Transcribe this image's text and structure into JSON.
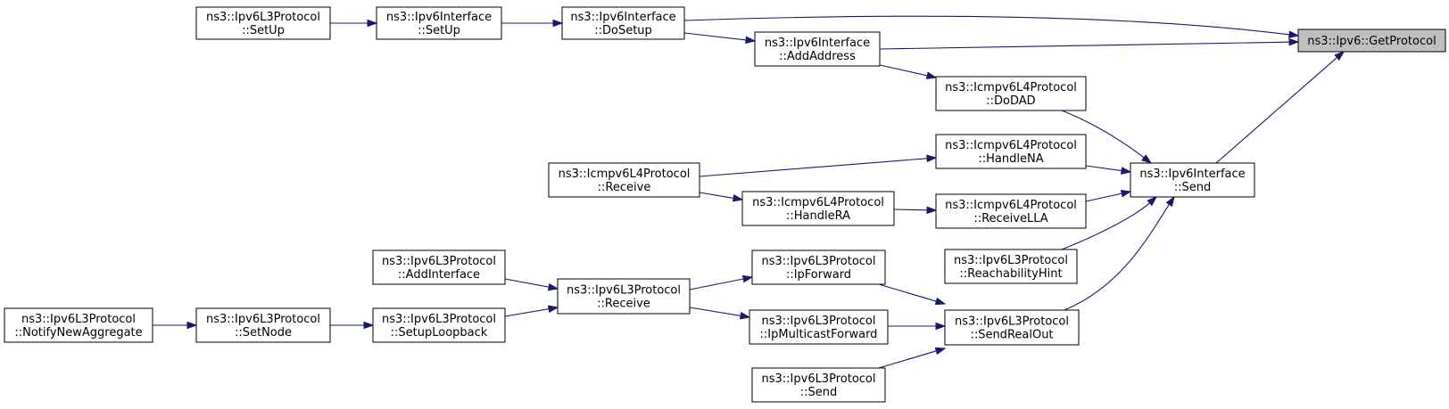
{
  "diagram": {
    "nodes": [
      {
        "id": "get_protocol",
        "lines": [
          "ns3::Ipv6::GetProtocol"
        ],
        "highlight": true
      },
      {
        "id": "l3_setup",
        "lines": [
          "ns3::Ipv6L3Protocol",
          "::SetUp"
        ]
      },
      {
        "id": "if_setup",
        "lines": [
          "ns3::Ipv6Interface",
          "::SetUp"
        ]
      },
      {
        "id": "if_dosetup",
        "lines": [
          "ns3::Ipv6Interface",
          "::DoSetup"
        ]
      },
      {
        "id": "if_addaddress",
        "lines": [
          "ns3::Ipv6Interface",
          "::AddAddress"
        ]
      },
      {
        "id": "icmp_dodad",
        "lines": [
          "ns3::Icmpv6L4Protocol",
          "::DoDAD"
        ]
      },
      {
        "id": "icmp_handlena",
        "lines": [
          "ns3::Icmpv6L4Protocol",
          "::HandleNA"
        ]
      },
      {
        "id": "icmp_receive",
        "lines": [
          "ns3::Icmpv6L4Protocol",
          "::Receive"
        ]
      },
      {
        "id": "icmp_handlera",
        "lines": [
          "ns3::Icmpv6L4Protocol",
          "::HandleRA"
        ]
      },
      {
        "id": "icmp_receivella",
        "lines": [
          "ns3::Icmpv6L4Protocol",
          "::ReceiveLLA"
        ]
      },
      {
        "id": "if_send",
        "lines": [
          "ns3::Ipv6Interface",
          "::Send"
        ]
      },
      {
        "id": "l3_reachability",
        "lines": [
          "ns3::Ipv6L3Protocol",
          "::ReachabilityHint"
        ]
      },
      {
        "id": "l3_addinterface",
        "lines": [
          "ns3::Ipv6L3Protocol",
          "::AddInterface"
        ]
      },
      {
        "id": "l3_receive",
        "lines": [
          "ns3::Ipv6L3Protocol",
          "::Receive"
        ]
      },
      {
        "id": "l3_ipforward",
        "lines": [
          "ns3::Ipv6L3Protocol",
          "::IpForward"
        ]
      },
      {
        "id": "l3_ipmcforward",
        "lines": [
          "ns3::Ipv6L3Protocol",
          "::IpMulticastForward"
        ]
      },
      {
        "id": "l3_sendrealout",
        "lines": [
          "ns3::Ipv6L3Protocol",
          "::SendRealOut"
        ]
      },
      {
        "id": "l3_send",
        "lines": [
          "ns3::Ipv6L3Protocol",
          "::Send"
        ]
      },
      {
        "id": "l3_notify",
        "lines": [
          "ns3::Ipv6L3Protocol",
          "::NotifyNewAggregate"
        ]
      },
      {
        "id": "l3_setnode",
        "lines": [
          "ns3::Ipv6L3Protocol",
          "::SetNode"
        ]
      },
      {
        "id": "l3_setuploopback",
        "lines": [
          "ns3::Ipv6L3Protocol",
          "::SetupLoopback"
        ]
      }
    ],
    "edges": [
      {
        "from": "l3_setup",
        "to": "if_setup"
      },
      {
        "from": "if_setup",
        "to": "if_dosetup"
      },
      {
        "from": "if_dosetup",
        "to": "get_protocol"
      },
      {
        "from": "if_dosetup",
        "to": "if_addaddress"
      },
      {
        "from": "if_addaddress",
        "to": "get_protocol"
      },
      {
        "from": "if_addaddress",
        "to": "icmp_dodad"
      },
      {
        "from": "icmp_dodad",
        "to": "if_send"
      },
      {
        "from": "icmp_handlena",
        "to": "if_send"
      },
      {
        "from": "icmp_receive",
        "to": "icmp_handlena"
      },
      {
        "from": "icmp_receive",
        "to": "icmp_handlera"
      },
      {
        "from": "icmp_handlera",
        "to": "icmp_receivella"
      },
      {
        "from": "icmp_receivella",
        "to": "if_send"
      },
      {
        "from": "l3_reachability",
        "to": "if_send"
      },
      {
        "from": "l3_sendrealout",
        "to": "if_send"
      },
      {
        "from": "if_send",
        "to": "get_protocol"
      },
      {
        "from": "l3_addinterface",
        "to": "l3_receive"
      },
      {
        "from": "l3_setuploopback",
        "to": "l3_receive"
      },
      {
        "from": "l3_receive",
        "to": "l3_ipforward"
      },
      {
        "from": "l3_receive",
        "to": "l3_ipmcforward"
      },
      {
        "from": "l3_ipforward",
        "to": "l3_sendrealout"
      },
      {
        "from": "l3_ipmcforward",
        "to": "l3_sendrealout"
      },
      {
        "from": "l3_send",
        "to": "l3_sendrealout"
      },
      {
        "from": "l3_notify",
        "to": "l3_setnode"
      },
      {
        "from": "l3_setnode",
        "to": "l3_setuploopback"
      }
    ]
  }
}
